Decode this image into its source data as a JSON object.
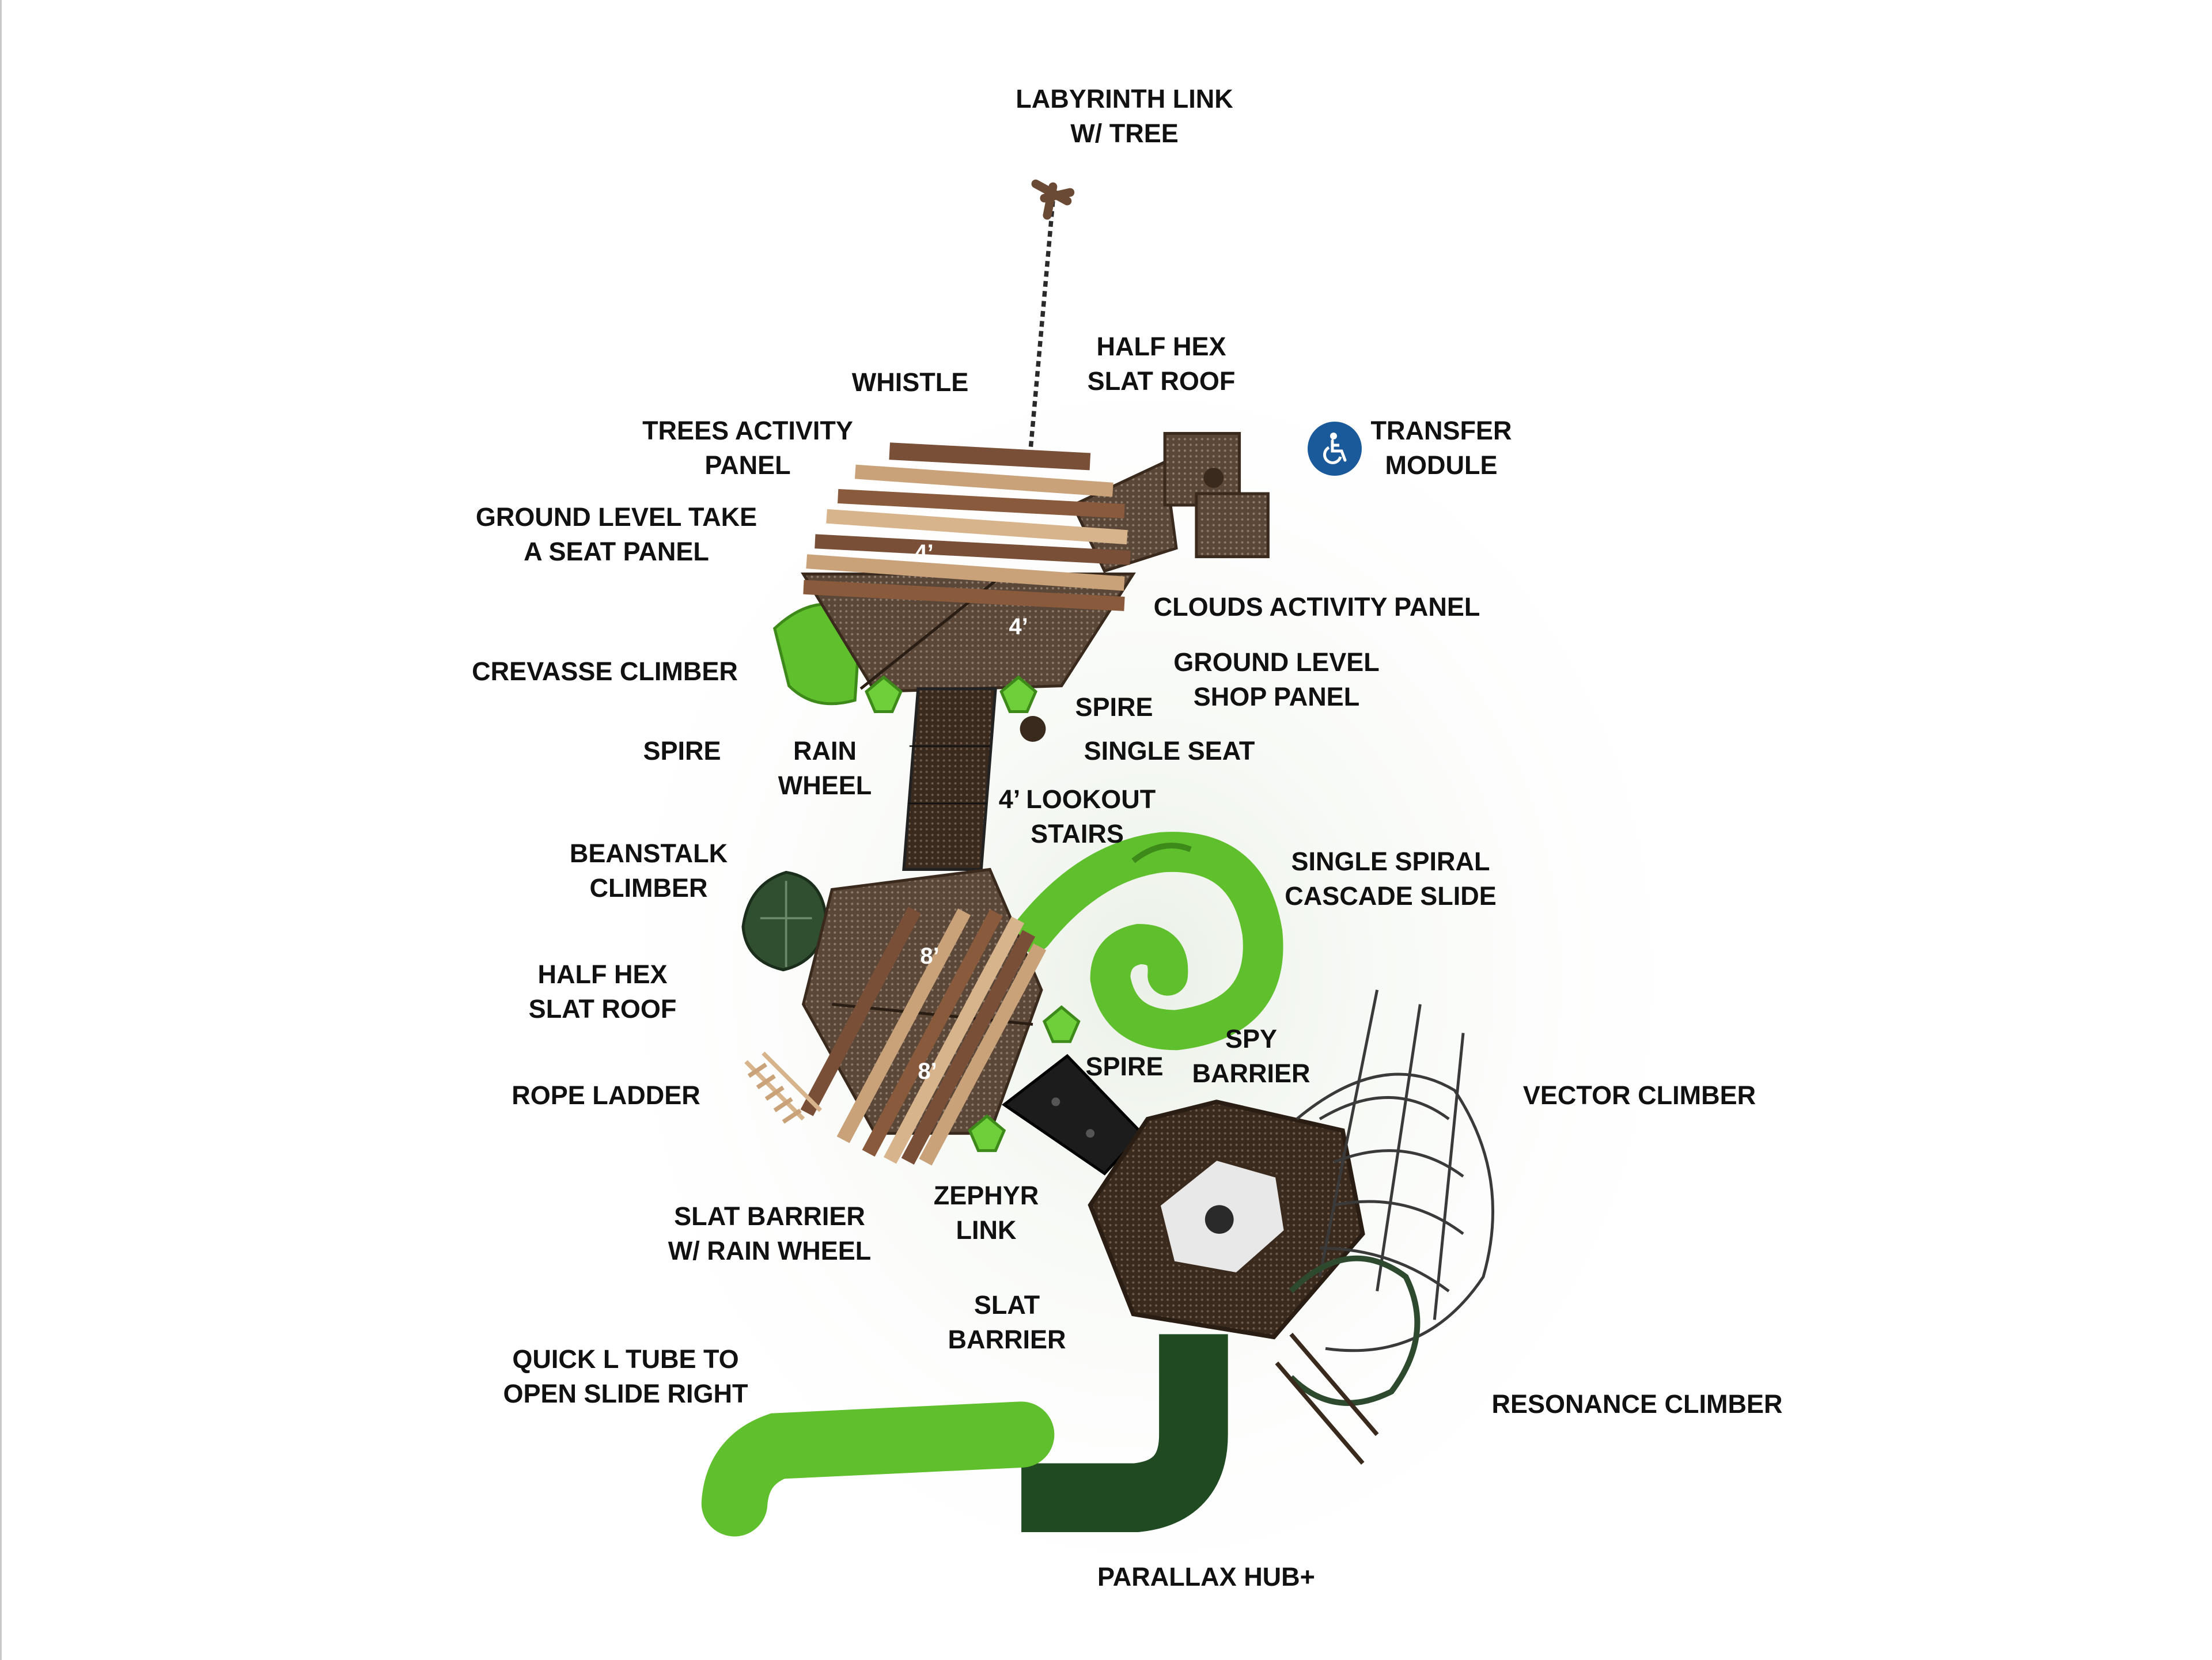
{
  "labels": {
    "labyrinth_link": [
      "LABYRINTH LINK",
      "W/ TREE"
    ],
    "whistle": [
      "WHISTLE"
    ],
    "half_hex_slat_roof_top": [
      "HALF HEX",
      "SLAT ROOF"
    ],
    "transfer_module": [
      "TRANSFER",
      "MODULE"
    ],
    "trees_activity_panel": [
      "TREES ACTIVITY",
      "PANEL"
    ],
    "ground_level_take_a_seat": [
      "GROUND LEVEL TAKE",
      "A SEAT PANEL"
    ],
    "clouds_activity_panel": [
      "CLOUDS ACTIVITY PANEL"
    ],
    "ground_level_shop_panel": [
      "GROUND LEVEL",
      "SHOP PANEL"
    ],
    "crevasse_climber": [
      "CREVASSE CLIMBER"
    ],
    "spire_right_top": [
      "SPIRE"
    ],
    "spire_left": [
      "SPIRE"
    ],
    "rain_wheel": [
      "RAIN",
      "WHEEL"
    ],
    "single_seat": [
      "SINGLE SEAT"
    ],
    "lookout_stairs": [
      "4’ LOOKOUT",
      "STAIRS"
    ],
    "beanstalk_climber": [
      "BEANSTALK",
      "CLIMBER"
    ],
    "single_spiral_cascade_slide": [
      "SINGLE SPIRAL",
      "CASCADE SLIDE"
    ],
    "half_hex_slat_roof_mid": [
      "HALF HEX",
      "SLAT ROOF"
    ],
    "spy_barrier": [
      "SPY",
      "BARRIER"
    ],
    "spire_mid": [
      "SPIRE"
    ],
    "rope_ladder": [
      "ROPE LADDER"
    ],
    "vector_climber": [
      "VECTOR CLIMBER"
    ],
    "zephyr_link": [
      "ZEPHYR",
      "LINK"
    ],
    "slat_barrier_rain_wheel": [
      "SLAT BARRIER",
      "W/ RAIN WHEEL"
    ],
    "slat_barrier": [
      "SLAT",
      "BARRIER"
    ],
    "quick_l_tube": [
      "QUICK L TUBE TO",
      "OPEN SLIDE RIGHT"
    ],
    "resonance_climber": [
      "RESONANCE CLIMBER"
    ],
    "parallax_hub": [
      "PARALLAX HUB+"
    ]
  },
  "deck_heights": {
    "upper_a": "4’",
    "upper_b": "4’",
    "lower_a": "8’",
    "lower_b": "8’"
  },
  "icons": {
    "accessibility": "wheelchair-accessibility-icon"
  },
  "colors": {
    "slide_green": "#5fbf2c",
    "slide_dark_green": "#1f4a22",
    "deck_brown": "#5a4636",
    "roof_tan": "#cfa678",
    "roof_brown": "#8a5a3c",
    "accessibility_blue": "#1b5a9a"
  }
}
